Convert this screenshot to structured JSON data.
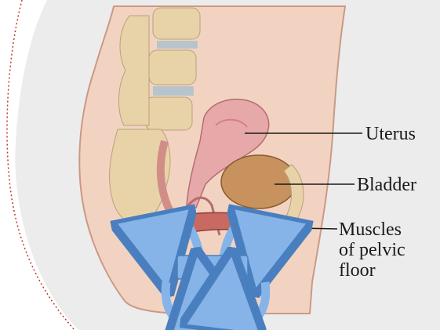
{
  "labels": {
    "uterus": "Uterus",
    "bladder": "Bladder",
    "pelvic_floor": "Muscles\nof pelvic\nfloor"
  },
  "colors": {
    "background_panel": "#ececec",
    "skin": "#f2d3c2",
    "skin_outline": "#c99a86",
    "bone": "#e8d3a8",
    "disc": "#b8c4cc",
    "uterus": "#e7a8aa",
    "bladder": "#c8925e",
    "muscle": "#c86a62",
    "arrow_fill": "#86b4e8",
    "arrow_stroke": "#4a7fbf",
    "leader_line": "#1a1a1a",
    "accent_dots": "#c0392b"
  }
}
